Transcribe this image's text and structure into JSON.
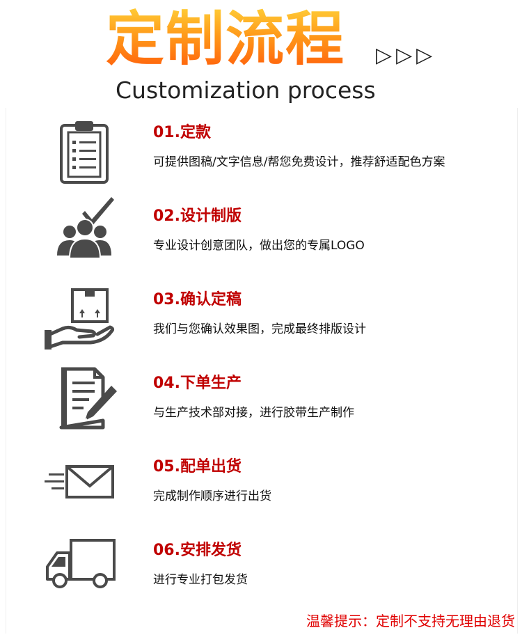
{
  "header": {
    "title_cn": "定制流程",
    "arrows": "▷▷▷",
    "title_en": "Customization process"
  },
  "steps": [
    {
      "title": "01.定款",
      "desc": "可提供图稿/文字信息/帮您免费设计，推荐舒适配色方案",
      "icon": "clipboard-icon"
    },
    {
      "title": "02.设计制版",
      "desc": "专业设计创意团队，做出您的专属LOGO",
      "icon": "team-check-icon"
    },
    {
      "title": "03.确认定稿",
      "desc": "我们与您确认效果图，完成最终排版设计",
      "icon": "hand-box-icon"
    },
    {
      "title": "04.下单生产",
      "desc": "与生产技术部对接，进行胶带生产制作",
      "icon": "document-pen-icon"
    },
    {
      "title": "05.配单出货",
      "desc": "完成制作顺序进行出货",
      "icon": "envelope-icon"
    },
    {
      "title": "06.安排发货",
      "desc": "进行专业打包发货",
      "icon": "truck-icon"
    }
  ],
  "footer": {
    "tip": "温馨提示：定制不支持无理由退货"
  },
  "colors": {
    "accent_red": "#c00000",
    "icon_gray": "#4a4a4a"
  }
}
